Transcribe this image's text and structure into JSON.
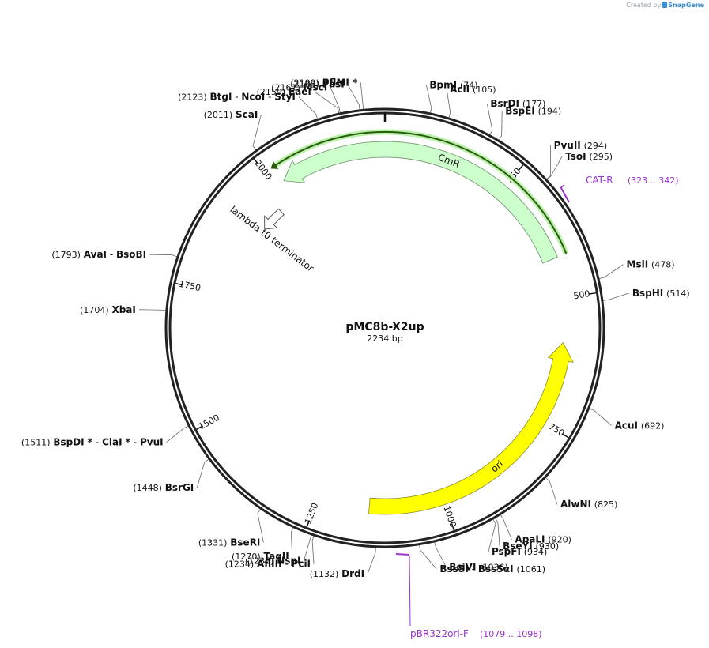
{
  "credit": {
    "prefix": "Created by",
    "brand": "SnapGene"
  },
  "plasmid": {
    "name": "pMC8b-X2up",
    "length_text": "2234 bp",
    "length": 2234
  },
  "ticks": [
    {
      "pos": 250,
      "label": "250"
    },
    {
      "pos": 500,
      "label": "500"
    },
    {
      "pos": 750,
      "label": "750"
    },
    {
      "pos": 1000,
      "label": "1000"
    },
    {
      "pos": 1250,
      "label": "1250"
    },
    {
      "pos": 1500,
      "label": "1500"
    },
    {
      "pos": 1750,
      "label": "1750"
    },
    {
      "pos": 2000,
      "label": "2000"
    }
  ],
  "features": [
    {
      "name": "CmR",
      "start": 2020,
      "end": 420,
      "direction": "reverse",
      "color": "#ccffcc",
      "stroke": "#6a8a6a",
      "highlight": true
    },
    {
      "name": "ori",
      "start": 588,
      "end": 1148,
      "direction": "reverse",
      "color": "#ffff00",
      "stroke": "#8a8a2a"
    },
    {
      "name": "lambda t0 terminator",
      "start": 1920,
      "end": 1975,
      "direction": "reverse",
      "color": "#ffffff",
      "stroke": "#555555"
    }
  ],
  "primers": [
    {
      "name": "CAT-R",
      "range": "(323 .. 342)",
      "pos": 332,
      "color": "#9933cc"
    },
    {
      "name": "pBR322ori-F",
      "range": "(1079 .. 1098)",
      "pos": 1088,
      "color": "#9933cc"
    }
  ],
  "sites": [
    {
      "pos": 2199,
      "label_pos": 2199,
      "names": [
        "PflMI *"
      ],
      "pos_text": "(2199)"
    },
    {
      "pos": 2193,
      "label_pos": 2180,
      "names": [
        "PasI"
      ],
      "pos_text": "(2193)"
    },
    {
      "pos": 2161,
      "label_pos": 2155,
      "names": [
        "MscI"
      ],
      "pos_text": "(2161)"
    },
    {
      "pos": 2159,
      "label_pos": 2131,
      "names": [
        "EaeI"
      ],
      "pos_text": "(2159)"
    },
    {
      "pos": 2123,
      "label_pos": 2107,
      "names": [
        "BtgI",
        "NcoI",
        "StyI"
      ],
      "pos_text": "(2123)"
    },
    {
      "pos": 2011,
      "label_pos": 2047,
      "names": [
        "ScaI"
      ],
      "pos_text": "(2011)"
    },
    {
      "pos": 74,
      "label_pos": 60,
      "names": [
        "BpmI"
      ],
      "pos_text": "(74)"
    },
    {
      "pos": 105,
      "label_pos": 90,
      "names": [
        "AclI"
      ],
      "pos_text": "(105)"
    },
    {
      "pos": 177,
      "label_pos": 152,
      "names": [
        "BsrDI"
      ],
      "pos_text": "(177)"
    },
    {
      "pos": 194,
      "label_pos": 176,
      "names": [
        "BspEI"
      ],
      "pos_text": "(194)"
    },
    {
      "pos": 294,
      "label_pos": 262,
      "names": [
        "PvuII"
      ],
      "pos_text": "(294)"
    },
    {
      "pos": 295,
      "label_pos": 285,
      "names": [
        "TsoI"
      ],
      "pos_text": "(295)"
    },
    {
      "pos": 478,
      "label_pos": 466,
      "names": [
        "MslI"
      ],
      "pos_text": "(478)"
    },
    {
      "pos": 514,
      "label_pos": 508,
      "names": [
        "BspHI"
      ],
      "pos_text": "(514)"
    },
    {
      "pos": 692,
      "label_pos": 703,
      "names": [
        "AcuI"
      ],
      "pos_text": "(692)"
    },
    {
      "pos": 825,
      "label_pos": 842,
      "names": [
        "AlwNI"
      ],
      "pos_text": "(825)"
    },
    {
      "pos": 920,
      "label_pos": 925,
      "names": [
        "ApaLI"
      ],
      "pos_text": "(920)"
    },
    {
      "pos": 930,
      "label_pos": 945,
      "names": [
        "BseYI"
      ],
      "pos_text": "(930)"
    },
    {
      "pos": 934,
      "label_pos": 963,
      "names": [
        "PspFI"
      ],
      "pos_text": "(934)"
    },
    {
      "pos": 1036,
      "label_pos": 1028,
      "names": [
        "BciVI"
      ],
      "pos_text": "(1036)"
    },
    {
      "pos": 1061,
      "label_pos": 1042,
      "names": [
        "BssSI",
        "BssSαI"
      ],
      "pos_text": "(1061)"
    },
    {
      "pos": 1132,
      "label_pos": 1142,
      "names": [
        "DrdI"
      ],
      "pos_text": "(1132)"
    },
    {
      "pos": 1234,
      "label_pos": 1221,
      "names": [
        "AflIII",
        "PciI"
      ],
      "pos_text": "(1234)"
    },
    {
      "pos": 1238,
      "label_pos": 1236,
      "names": [
        "NspI"
      ],
      "pos_text": "(1238)"
    },
    {
      "pos": 1270,
      "label_pos": 1254,
      "names": [
        "TaqII"
      ],
      "pos_text": "(1270)"
    },
    {
      "pos": 1331,
      "label_pos": 1300,
      "names": [
        "BseRI"
      ],
      "pos_text": "(1331)"
    },
    {
      "pos": 1448,
      "label_pos": 1425,
      "names": [
        "BsrGI"
      ],
      "pos_text": "(1448)"
    },
    {
      "pos": 1511,
      "label_pos": 1504,
      "names": [
        "BspDI *",
        "ClaI *",
        "PvuI"
      ],
      "pos_text": "(1511)"
    },
    {
      "pos": 1704,
      "label_pos": 1702,
      "names": [
        "XbaI"
      ],
      "pos_text": "(1704)"
    },
    {
      "pos": 1793,
      "label_pos": 1783,
      "names": [
        "AvaI",
        "BsoBI"
      ],
      "pos_text": "(1793)"
    }
  ]
}
